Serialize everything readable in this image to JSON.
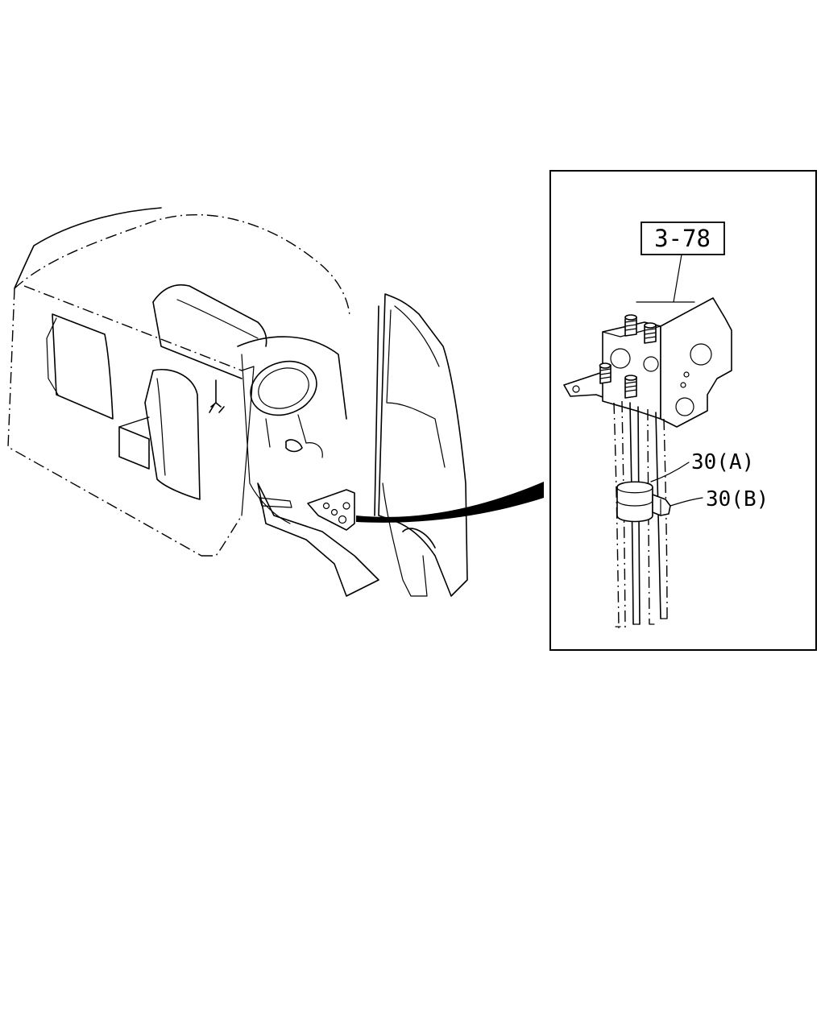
{
  "diagram": {
    "labels": {
      "ref_box": "3-78",
      "callout_a": "30(A)",
      "callout_b": "30(B)"
    },
    "icons": {
      "cab_overview": "vehicle-cab-interior-drawing",
      "detail_view": "wire-harness-bracket-clip-drawing"
    }
  }
}
